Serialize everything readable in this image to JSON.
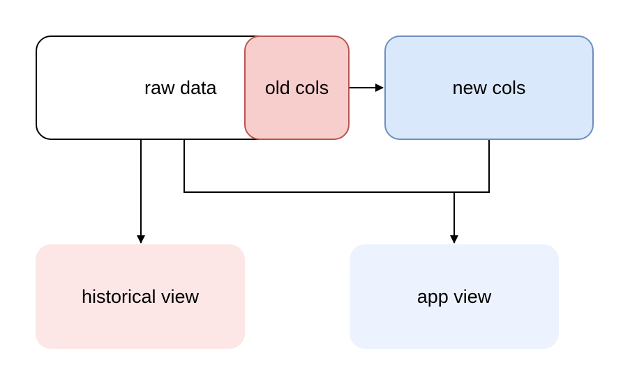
{
  "nodes": {
    "raw_data": {
      "label": "raw data",
      "fill": "#ffffff",
      "stroke": "#000000"
    },
    "old_cols": {
      "label": "old cols",
      "fill": "#f8cecc",
      "stroke": "#b85450"
    },
    "new_cols": {
      "label": "new cols",
      "fill": "#dae8fc",
      "stroke": "#6c8ebf"
    },
    "historical_view": {
      "label": "historical view",
      "fill": "#fce7e6"
    },
    "app_view": {
      "label": "app view",
      "fill": "#edf3fe"
    }
  },
  "edges": [
    {
      "from": "old_cols",
      "to": "new_cols"
    },
    {
      "from": "raw_data",
      "to": "historical_view"
    },
    {
      "from": "raw_data",
      "to": "app_view"
    },
    {
      "from": "new_cols",
      "to": "app_view"
    }
  ]
}
